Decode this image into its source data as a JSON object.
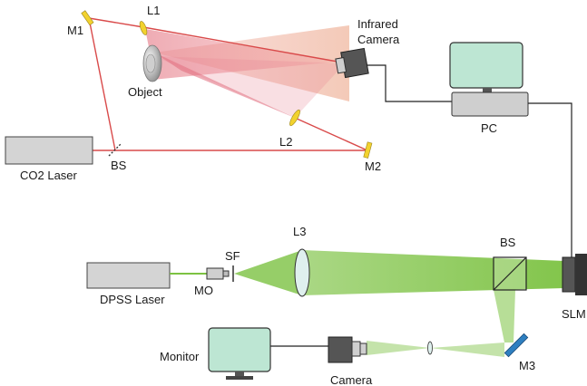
{
  "labels": {
    "m1": "M1",
    "l1": "L1",
    "camera_line1": "Infrared",
    "camera_line2": "Camera",
    "object": "Object",
    "pc": "PC",
    "l2": "L2",
    "co2": "CO2 Laser",
    "bs_top": "BS",
    "m2": "M2",
    "l3": "L3",
    "bs_bottom": "BS",
    "sf": "SF",
    "dpss": "DPSS Laser",
    "mo": "MO",
    "slm": "SLM",
    "monitor": "Monitor",
    "camera": "Camera",
    "m3": "M3"
  },
  "colors": {
    "ir_beam": "#d94a4a",
    "green_beam": "#7cc242",
    "screen": "#bde6d3",
    "mirror_yellow": "#f2d22e",
    "mirror_blue": "#2e7fc0"
  }
}
